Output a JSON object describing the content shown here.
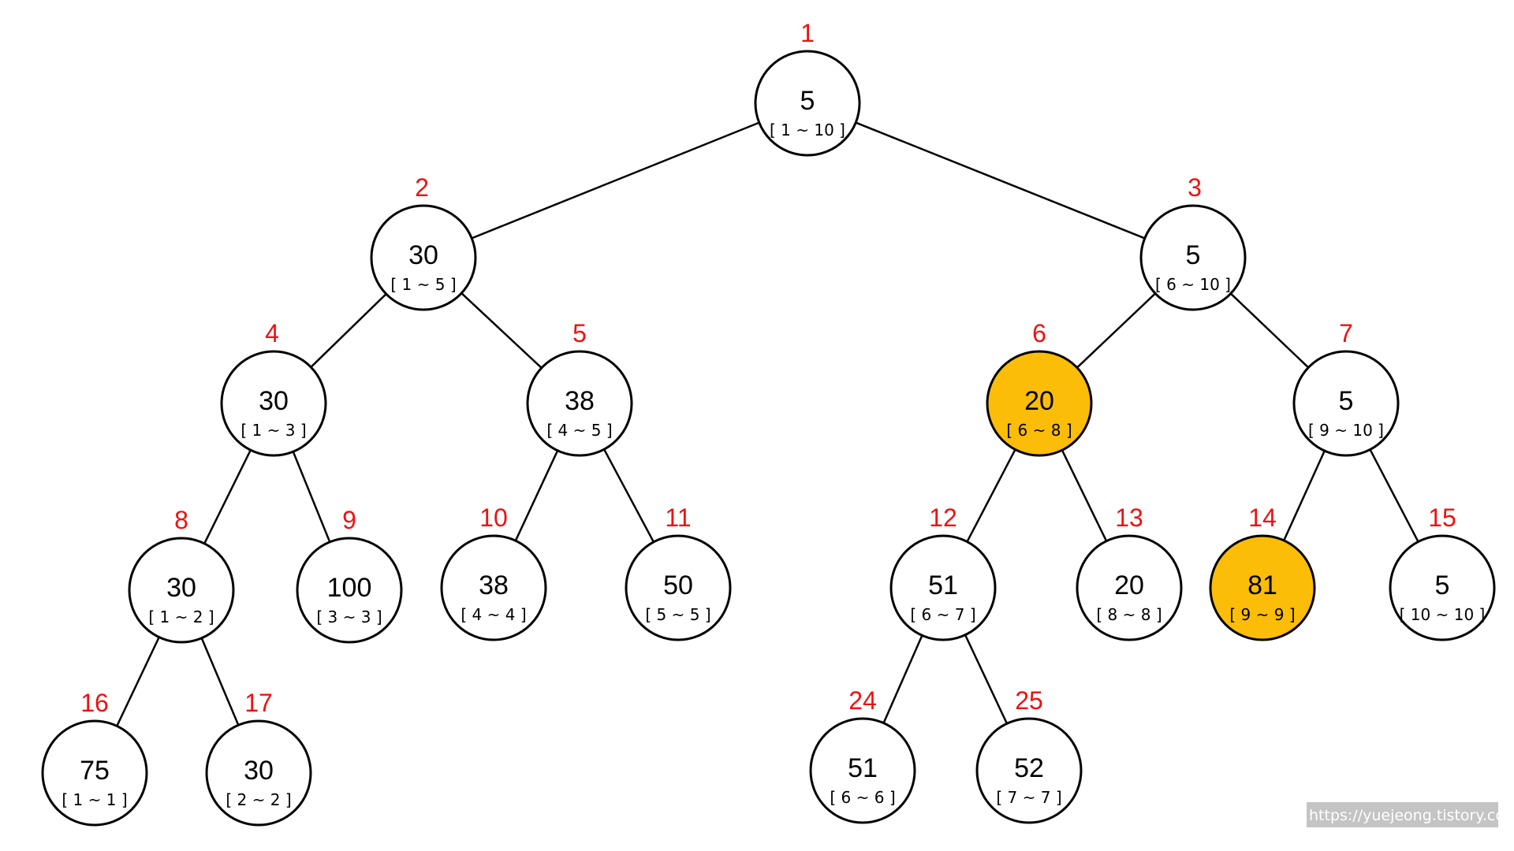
{
  "colors": {
    "highlight": "#fbbd08",
    "node_fill": "#ffffff",
    "stroke": "#000000",
    "index_label": "#ee1111"
  },
  "nodes": [
    {
      "idx": "1",
      "value": "5",
      "range": "[ 1 ~ 10 ]",
      "highlight": false
    },
    {
      "idx": "2",
      "value": "30",
      "range": "[ 1 ~ 5 ]",
      "highlight": false
    },
    {
      "idx": "3",
      "value": "5",
      "range": "[ 6 ~ 10 ]",
      "highlight": false
    },
    {
      "idx": "4",
      "value": "30",
      "range": "[ 1 ~ 3 ]",
      "highlight": false
    },
    {
      "idx": "5",
      "value": "38",
      "range": "[ 4 ~ 5 ]",
      "highlight": false
    },
    {
      "idx": "6",
      "value": "20",
      "range": "[ 6 ~ 8 ]",
      "highlight": true
    },
    {
      "idx": "7",
      "value": "5",
      "range": "[ 9 ~ 10 ]",
      "highlight": false
    },
    {
      "idx": "8",
      "value": "30",
      "range": "[ 1 ~ 2 ]",
      "highlight": false
    },
    {
      "idx": "9",
      "value": "100",
      "range": "[ 3 ~ 3 ]",
      "highlight": false
    },
    {
      "idx": "10",
      "value": "38",
      "range": "[ 4 ~ 4 ]",
      "highlight": false
    },
    {
      "idx": "11",
      "value": "50",
      "range": "[ 5 ~ 5 ]",
      "highlight": false
    },
    {
      "idx": "12",
      "value": "51",
      "range": "[ 6 ~ 7 ]",
      "highlight": false
    },
    {
      "idx": "13",
      "value": "20",
      "range": "[ 8 ~ 8 ]",
      "highlight": false
    },
    {
      "idx": "14",
      "value": "81",
      "range": "[ 9 ~ 9 ]",
      "highlight": true
    },
    {
      "idx": "15",
      "value": "5",
      "range": "[ 10 ~ 10 ]",
      "highlight": false
    },
    {
      "idx": "16",
      "value": "75",
      "range": "[ 1 ~ 1 ]",
      "highlight": false
    },
    {
      "idx": "17",
      "value": "30",
      "range": "[ 2 ~ 2 ]",
      "highlight": false
    },
    {
      "idx": "24",
      "value": "51",
      "range": "[ 6 ~ 6 ]",
      "highlight": false
    },
    {
      "idx": "25",
      "value": "52",
      "range": "[ 7 ~ 7 ]",
      "highlight": false
    }
  ],
  "edges": [
    [
      "1",
      "2"
    ],
    [
      "1",
      "3"
    ],
    [
      "2",
      "4"
    ],
    [
      "2",
      "5"
    ],
    [
      "3",
      "6"
    ],
    [
      "3",
      "7"
    ],
    [
      "4",
      "8"
    ],
    [
      "4",
      "9"
    ],
    [
      "5",
      "10"
    ],
    [
      "5",
      "11"
    ],
    [
      "6",
      "12"
    ],
    [
      "6",
      "13"
    ],
    [
      "7",
      "14"
    ],
    [
      "7",
      "15"
    ],
    [
      "8",
      "16"
    ],
    [
      "8",
      "17"
    ],
    [
      "12",
      "24"
    ],
    [
      "12",
      "25"
    ]
  ],
  "watermark": "https://yuejeong.tistory.com"
}
